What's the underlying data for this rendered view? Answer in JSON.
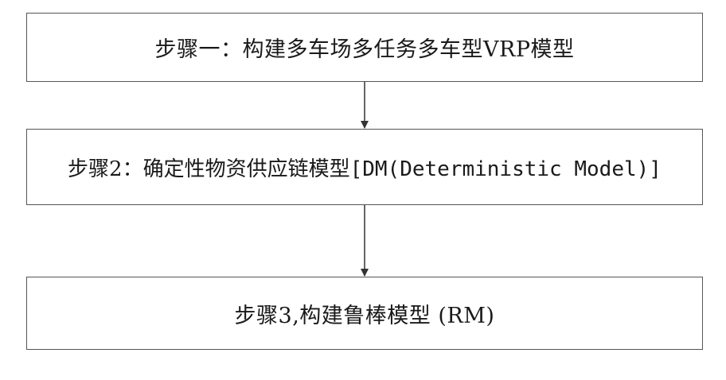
{
  "steps": [
    {
      "label": "步骤一：构建多车场多任务多车型VRP模型"
    },
    {
      "label_cjk": "步骤2：确定性物资供应链模型",
      "label_mono": "[DM(Deterministic Model)]"
    },
    {
      "label": "步骤3,构建鲁棒模型 (RM)"
    }
  ],
  "colors": {
    "border": "#555555",
    "arrow": "#333333",
    "text": "#1a1a1a"
  }
}
